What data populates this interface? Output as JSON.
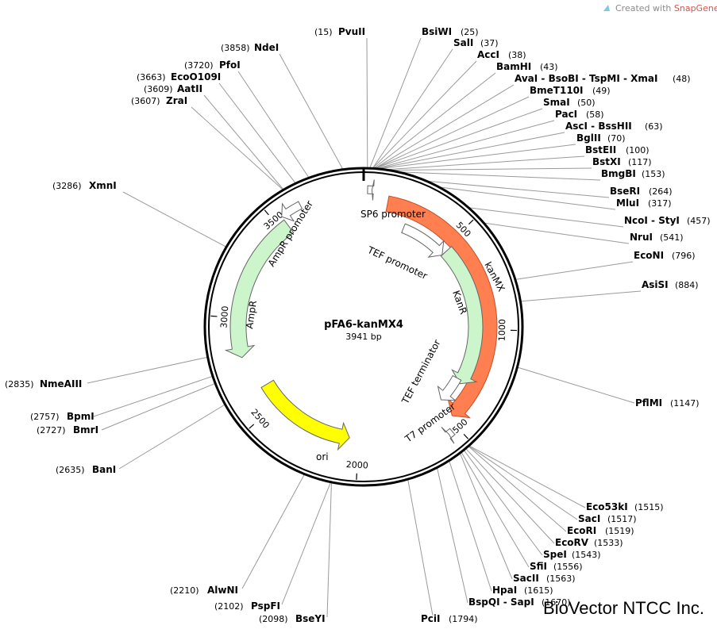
{
  "plasmid": {
    "name": "pFA6-kanMX4",
    "length_label": "3941 bp",
    "length": 3941
  },
  "credit": {
    "prefix": "Created with ",
    "brand": "SnapGene",
    "suffix": "®"
  },
  "watermark": "BioVector NTCC Inc.",
  "ticks": [
    {
      "pos": 500,
      "label": "500"
    },
    {
      "pos": 1000,
      "label": "1000"
    },
    {
      "pos": 1500,
      "label": "1500"
    },
    {
      "pos": 2000,
      "label": "2000"
    },
    {
      "pos": 2500,
      "label": "2500"
    },
    {
      "pos": 3000,
      "label": "3000"
    },
    {
      "pos": 3500,
      "label": "3500"
    }
  ],
  "features": [
    {
      "name": "kanMX",
      "color": "#ff7f50",
      "start": 120,
      "end": 1480,
      "dir": "cw",
      "lane": "outer"
    },
    {
      "name": "KanR",
      "color": "#ccf5cc",
      "start": 520,
      "end": 1320,
      "dir": "cw",
      "lane": "inner"
    },
    {
      "name": "ori",
      "color": "#ffff00",
      "start": 2620,
      "end": 2050,
      "dir": "ccw",
      "lane": "inner"
    },
    {
      "name": "AmpR",
      "color": "#ccf5cc",
      "start": 3540,
      "end": 2800,
      "dir": "ccw",
      "lane": "outer"
    },
    {
      "name": "AmpR promoter",
      "color": "#ffffff",
      "start": 3640,
      "end": 3540,
      "dir": "ccw",
      "lane": "promoter"
    },
    {
      "name": "SP6 promoter",
      "color": "#ffffff",
      "start": 18,
      "end": 38,
      "dir": "ccw",
      "lane": "promoter"
    },
    {
      "name": "TEF promoter",
      "color": "#ffffff",
      "start": 240,
      "end": 520,
      "dir": "cw",
      "lane": "innerprom"
    },
    {
      "name": "TEF terminator",
      "color": "#ffffff",
      "start": 1300,
      "end": 1460,
      "dir": "cw",
      "lane": "innerprom"
    },
    {
      "name": "T7 promoter",
      "color": "#ffffff",
      "start": 1530,
      "end": 1550,
      "dir": "ccw",
      "lane": "promoter"
    }
  ],
  "sites": [
    {
      "name": "PvuII",
      "pos": "(15)"
    },
    {
      "name": "NdeI",
      "pos": "(3858)"
    },
    {
      "name": "PfoI",
      "pos": "(3720)"
    },
    {
      "name": "EcoO109I",
      "pos": "(3663)"
    },
    {
      "name": "AatII",
      "pos": "(3609)"
    },
    {
      "name": "ZraI",
      "pos": "(3607)"
    },
    {
      "name": "XmnI",
      "pos": "(3286)"
    },
    {
      "name": "NmeAIII",
      "pos": "(2835)"
    },
    {
      "name": "BpmI",
      "pos": "(2757)"
    },
    {
      "name": "BmrI",
      "pos": "(2727)"
    },
    {
      "name": "BanI",
      "pos": "(2635)"
    },
    {
      "name": "AlwNI",
      "pos": "(2210)"
    },
    {
      "name": "PspFI",
      "pos": "(2102)"
    },
    {
      "name": "BseYI",
      "pos": "(2098)"
    },
    {
      "name": "PciI",
      "pos": "(1794)"
    },
    {
      "name": "BsiWI",
      "pos": "(25)"
    },
    {
      "name": "SalI",
      "pos": "(37)"
    },
    {
      "name": "AccI",
      "pos": "(38)"
    },
    {
      "name": "BamHI",
      "pos": "(43)"
    },
    {
      "name": "AvaI - BsoBI - TspMI - XmaI",
      "pos": "(48)"
    },
    {
      "name": "BmeT110I",
      "pos": "(49)"
    },
    {
      "name": "SmaI",
      "pos": "(50)"
    },
    {
      "name": "PacI",
      "pos": "(58)"
    },
    {
      "name": "AscI - BssHII",
      "pos": "(63)"
    },
    {
      "name": "BglII",
      "pos": "(70)"
    },
    {
      "name": "BstEII",
      "pos": "(100)"
    },
    {
      "name": "BstXI",
      "pos": "(117)"
    },
    {
      "name": "BmgBI",
      "pos": "(153)"
    },
    {
      "name": "BseRI",
      "pos": "(264)"
    },
    {
      "name": "MluI",
      "pos": "(317)"
    },
    {
      "name": "NcoI - StyI",
      "pos": "(457)"
    },
    {
      "name": "NruI",
      "pos": "(541)"
    },
    {
      "name": "EcoNI",
      "pos": "(796)"
    },
    {
      "name": "AsiSI",
      "pos": "(884)"
    },
    {
      "name": "PflMI",
      "pos": "(1147)"
    },
    {
      "name": "Eco53kI",
      "pos": "(1515)"
    },
    {
      "name": "SacI",
      "pos": "(1517)"
    },
    {
      "name": "EcoRI",
      "pos": "(1519)"
    },
    {
      "name": "EcoRV",
      "pos": "(1533)"
    },
    {
      "name": "SpeI",
      "pos": "(1543)"
    },
    {
      "name": "SfiI",
      "pos": "(1556)"
    },
    {
      "name": "SacII",
      "pos": "(1563)"
    },
    {
      "name": "HpaI",
      "pos": "(1615)"
    },
    {
      "name": "BspQI - SapI",
      "pos": "(1670)"
    }
  ]
}
